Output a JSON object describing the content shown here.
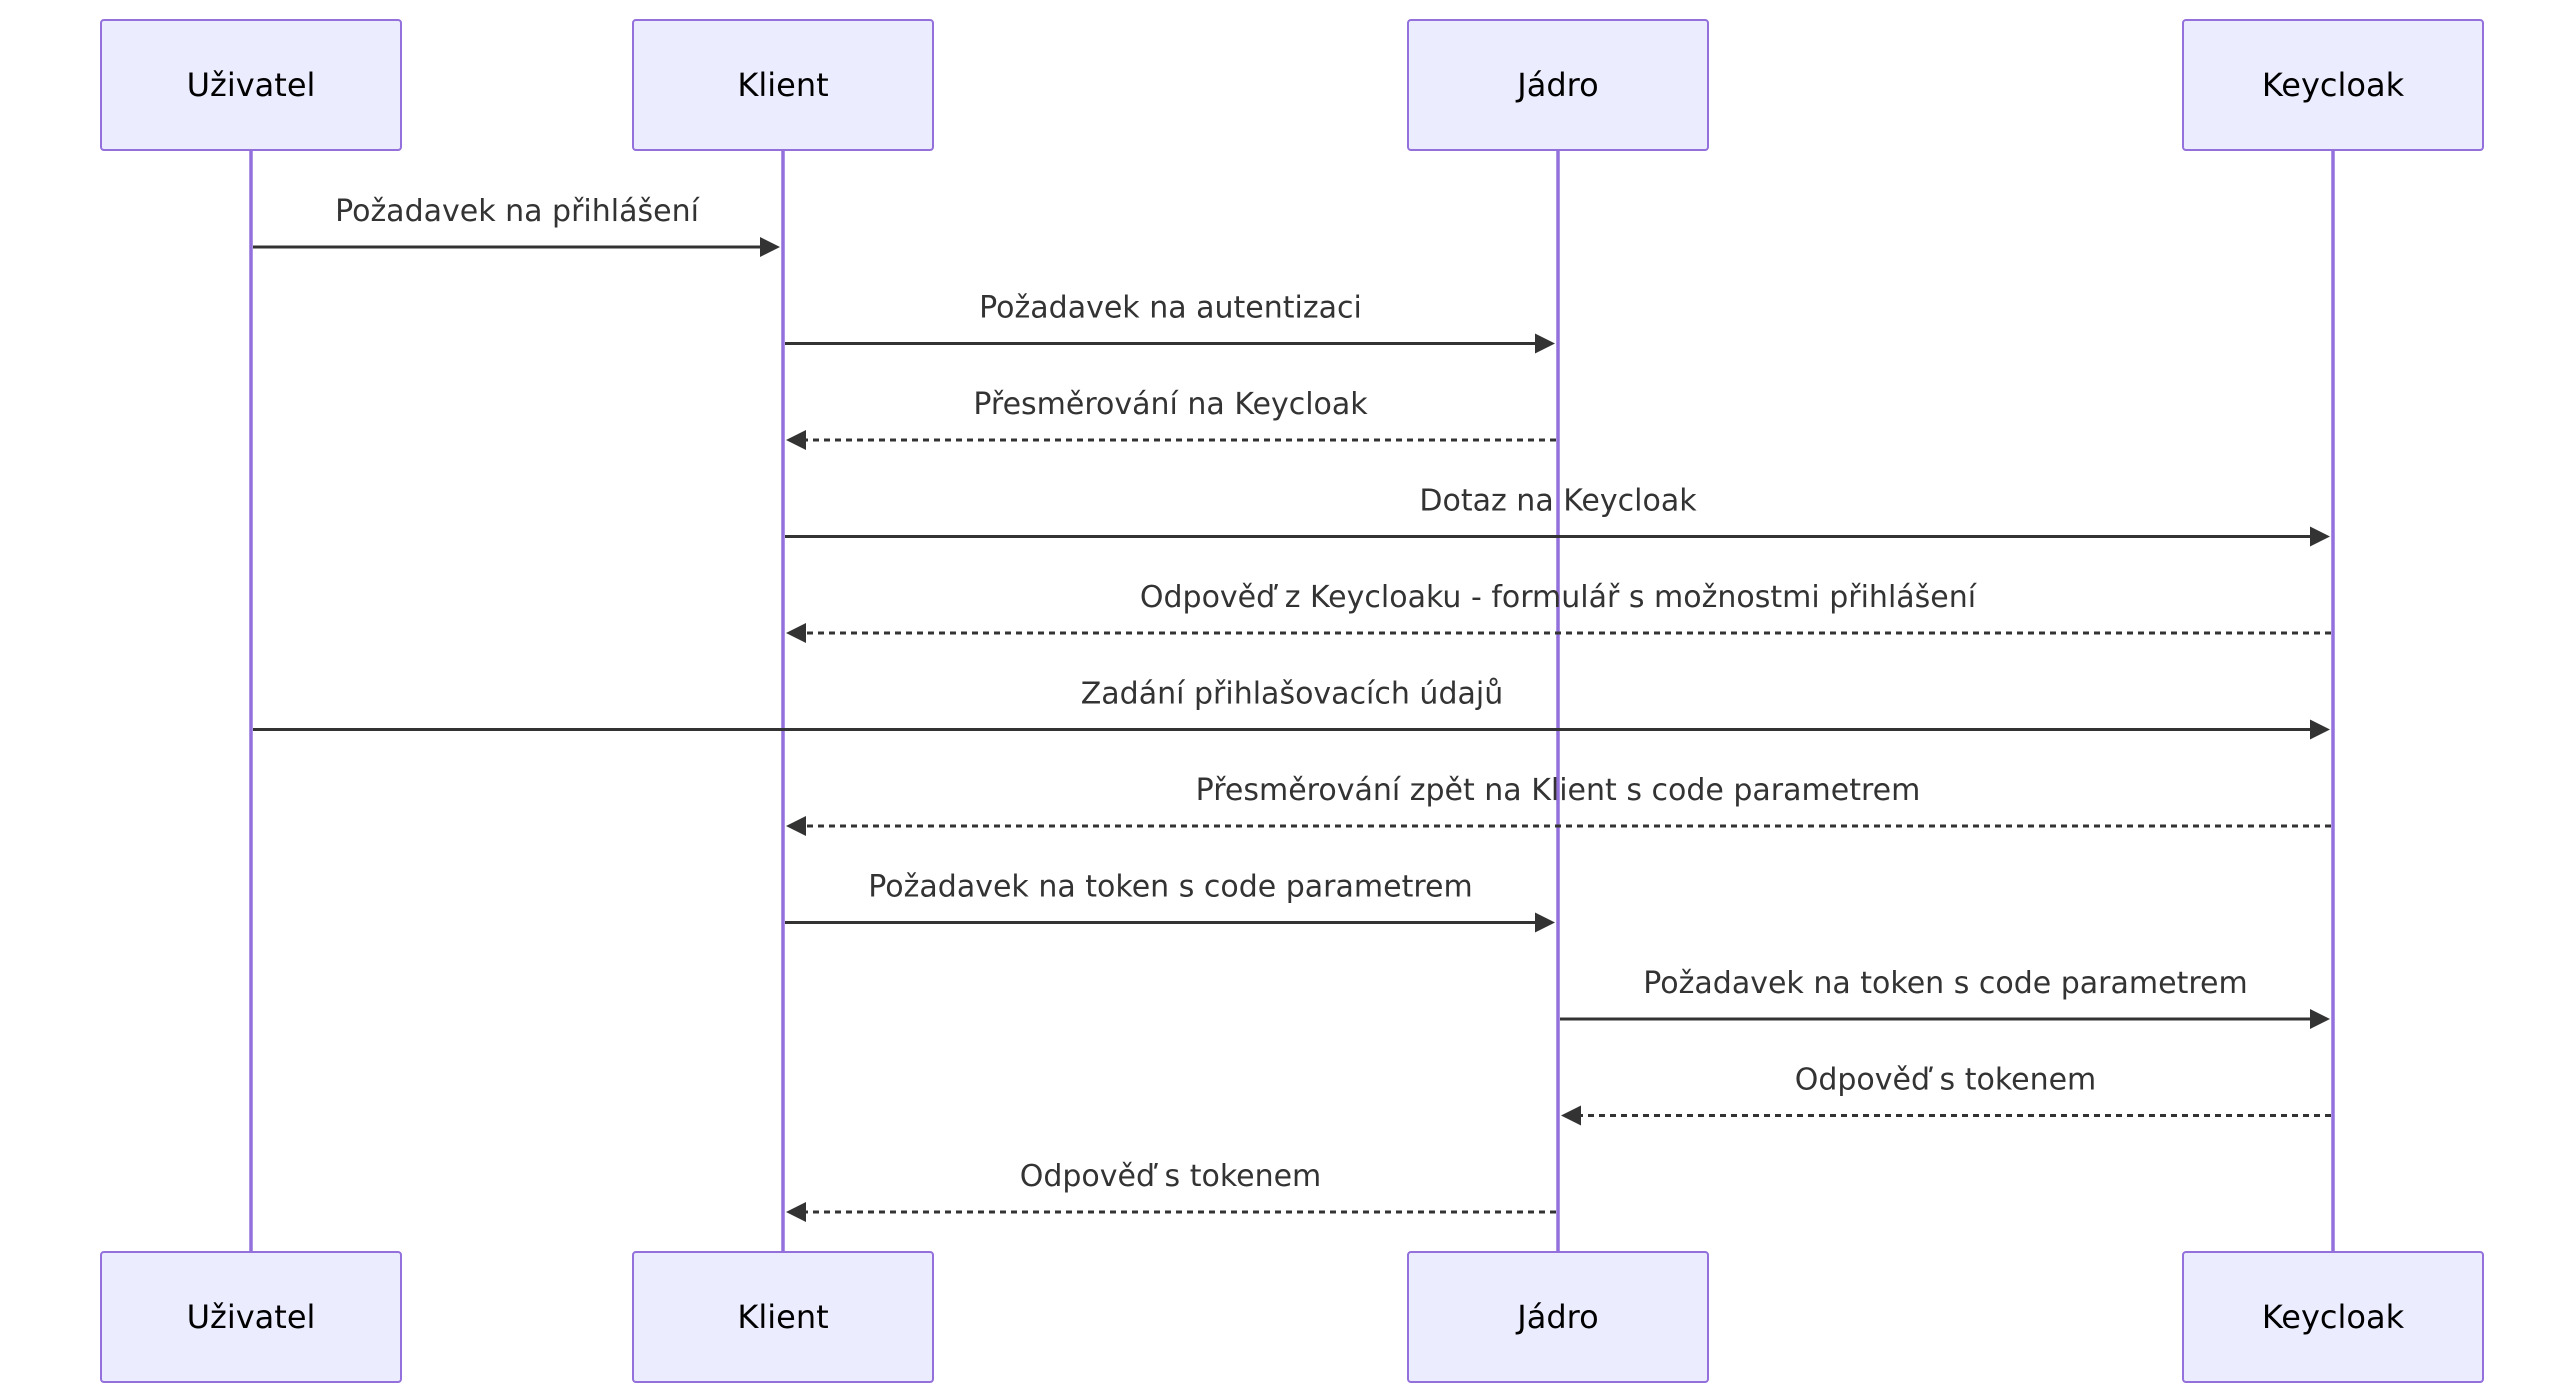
{
  "participants": [
    {
      "id": "user",
      "label": "Uživatel"
    },
    {
      "id": "client",
      "label": "Klient"
    },
    {
      "id": "core",
      "label": "Jádro"
    },
    {
      "id": "keycloak",
      "label": "Keycloak"
    }
  ],
  "messages": [
    {
      "from": "user",
      "to": "client",
      "text": "Požadavek na přihlášení",
      "dashed": false
    },
    {
      "from": "client",
      "to": "core",
      "text": "Požadavek na autentizaci",
      "dashed": false
    },
    {
      "from": "core",
      "to": "client",
      "text": "Přesměrování na Keycloak",
      "dashed": true
    },
    {
      "from": "client",
      "to": "keycloak",
      "text": "Dotaz na Keycloak",
      "dashed": false
    },
    {
      "from": "keycloak",
      "to": "client",
      "text": "Odpověď z Keycloaku - formulář s možnostmi přihlášení",
      "dashed": true
    },
    {
      "from": "user",
      "to": "keycloak",
      "text": "Zadání přihlašovacích údajů",
      "dashed": false
    },
    {
      "from": "keycloak",
      "to": "client",
      "text": "Přesměrování zpět na Klient s code parametrem",
      "dashed": true
    },
    {
      "from": "client",
      "to": "core",
      "text": "Požadavek na token s code parametrem",
      "dashed": false
    },
    {
      "from": "core",
      "to": "keycloak",
      "text": "Požadavek na token s code parametrem",
      "dashed": false
    },
    {
      "from": "keycloak",
      "to": "core",
      "text": "Odpověď s tokenem",
      "dashed": true
    },
    {
      "from": "core",
      "to": "client",
      "text": "Odpověď s tokenem",
      "dashed": true
    }
  ],
  "colors": {
    "actor_fill": "#ECECFF",
    "actor_border": "#9370DB",
    "lifeline": "#9370DB",
    "arrow": "#333333"
  }
}
